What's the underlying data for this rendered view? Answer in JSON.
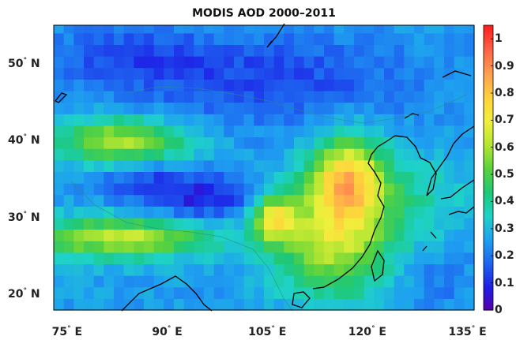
{
  "title": "MODIS AOD 2000–2011",
  "lat_labels": [
    {
      "deg": "50",
      "hem": "N",
      "value": 50
    },
    {
      "deg": "40",
      "hem": "N",
      "value": 40
    },
    {
      "deg": "30",
      "hem": "N",
      "value": 30
    },
    {
      "deg": "20",
      "hem": "N",
      "value": 20
    }
  ],
  "lon_labels": [
    {
      "deg": "75",
      "hem": "E",
      "value": 75
    },
    {
      "deg": "90",
      "hem": "E",
      "value": 90
    },
    {
      "deg": "105",
      "hem": "E",
      "value": 105
    },
    {
      "deg": "120",
      "hem": "E",
      "value": 120
    },
    {
      "deg": "135",
      "hem": "E",
      "value": 135
    }
  ],
  "colorbar": {
    "min": 0,
    "max": 1.05,
    "ticks": [
      "1",
      "0.9",
      "0.8",
      "0.7",
      "0.6",
      "0.5",
      "0.4",
      "0.3",
      "0.2",
      "0.1",
      "0"
    ],
    "tick_values": [
      1,
      0.9,
      0.8,
      0.7,
      0.6,
      0.5,
      0.4,
      0.3,
      0.2,
      0.1,
      0
    ],
    "colormap": [
      "#5a00a8",
      "#1e1ee6",
      "#1e64f0",
      "#1ea0f0",
      "#1ed2c8",
      "#1ec878",
      "#5ad23c",
      "#b4e632",
      "#f0f03c",
      "#ffd23c",
      "#ffa050",
      "#ff6446",
      "#ff1e1e"
    ]
  },
  "map": {
    "lon_range": [
      73,
      136
    ],
    "lat_range": [
      18,
      55
    ]
  }
}
